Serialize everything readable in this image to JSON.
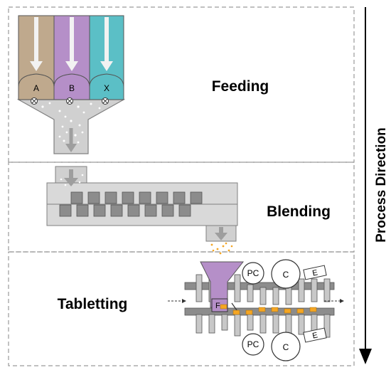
{
  "stages": {
    "feeding": {
      "title": "Feeding"
    },
    "blending": {
      "title": "Blending"
    },
    "tabletting": {
      "title": "Tabletting"
    }
  },
  "process_direction": {
    "label": "Process Direction"
  },
  "feeders": [
    {
      "label": "A",
      "color": "#bfa98d"
    },
    {
      "label": "B",
      "color": "#b58fc8"
    },
    {
      "label": "X",
      "color": "#5bbfc6"
    }
  ],
  "press": {
    "hopper_color": "#b58fc8",
    "feed_label": "F",
    "precompression_label": "PC",
    "compression_label": "C",
    "ejection_label": "E",
    "tablet_color": "#f5a623"
  },
  "colors": {
    "frame": "#9a9a9a",
    "gray_fill": "#d0d0d0",
    "gray_block": "#8c8c8c",
    "arrow_light": "#f2f2f2"
  }
}
